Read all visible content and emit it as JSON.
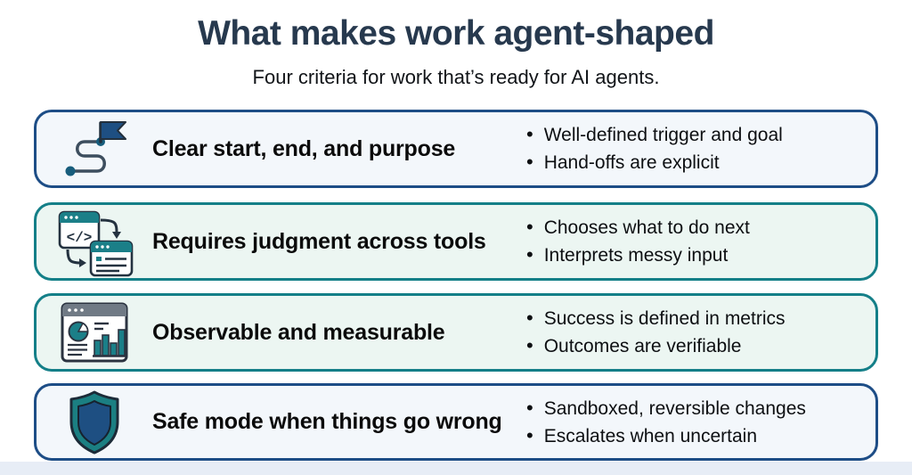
{
  "page": {
    "title": "What makes work agent-shaped",
    "subtitle": "Four criteria for work that’s ready for AI agents."
  },
  "colors": {
    "title_color": "#27394e",
    "blue_border": "#1d4d86",
    "blue_bg": "#f3f7fb",
    "teal_border": "#147f88",
    "teal_bg": "#ecf6f2",
    "icon_teal": "#1b7f88",
    "icon_navy": "#1e4f82",
    "footer_strip": "#e7edf6"
  },
  "cards": [
    {
      "icon": "route-flag-icon",
      "theme": "blue",
      "heading": "Clear start, end, and purpose",
      "bullets": [
        "Well-defined trigger and goal",
        "Hand-offs are explicit"
      ]
    },
    {
      "icon": "tool-windows-icon",
      "theme": "teal",
      "heading": "Requires judgment across tools",
      "bullets": [
        "Chooses what to do next",
        "Interprets messy input"
      ]
    },
    {
      "icon": "dashboard-metrics-icon",
      "theme": "teal",
      "heading": "Observable and measurable",
      "bullets": [
        "Success is defined in metrics",
        "Outcomes are verifiable"
      ]
    },
    {
      "icon": "shield-icon",
      "theme": "blue",
      "heading": "Safe mode when things go wrong",
      "bullets": [
        "Sandboxed, reversible changes",
        "Escalates when uncertain"
      ]
    }
  ]
}
